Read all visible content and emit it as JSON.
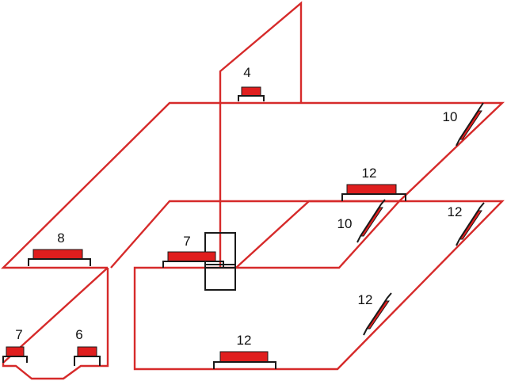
{
  "colors": {
    "pipe": "#d62a2a",
    "radiator": "#e01e1e",
    "outline": "#1a1a1a",
    "background": "#ffffff"
  },
  "labels": {
    "radiator_top": "4",
    "radiator_upper_right": "10",
    "radiator_upper_mid": "12",
    "radiator_upper_left": "8",
    "radiator_lower_left_center": "7",
    "radiator_lower_inner": "10",
    "radiator_lower_right": "12",
    "radiator_lower_front_right": "12",
    "radiator_lower_front": "12",
    "radiator_basement_left": "7",
    "radiator_basement_right": "6"
  }
}
